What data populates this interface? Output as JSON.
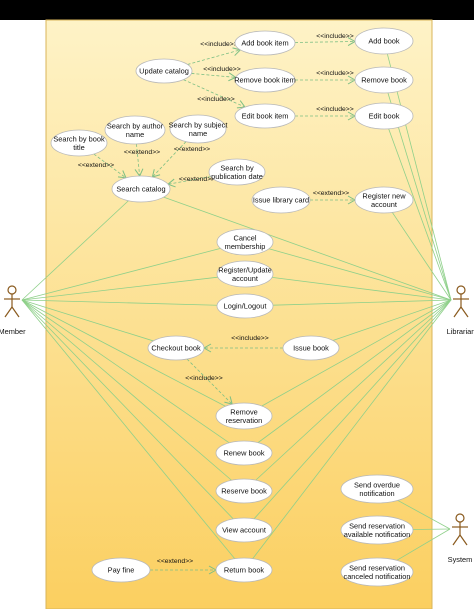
{
  "colors": {
    "system_fill_top": "#FEF3C7",
    "system_fill_bottom": "#FBCF60",
    "system_border": "#D9B45A",
    "association_line": "#8FD08A",
    "dependency_line": "#7DBF84",
    "usecase_fill": "#FFFFFF",
    "usecase_border": "#B8B8B8",
    "actor_stroke": "#8A5A1E"
  },
  "actors": {
    "member": "Member",
    "librarian": "Librarian",
    "system": "System"
  },
  "use_cases": {
    "update_catalog": [
      "Update catalog"
    ],
    "add_book_item": [
      "Add book item"
    ],
    "remove_book_item": [
      "Remove book item"
    ],
    "edit_book_item": [
      "Edit book item"
    ],
    "add_book": [
      "Add book"
    ],
    "remove_book": [
      "Remove book"
    ],
    "edit_book": [
      "Edit book"
    ],
    "search_by_title": [
      "Search by book",
      "title"
    ],
    "search_by_author": [
      "Search by author",
      "name"
    ],
    "search_by_subject": [
      "Search by subject",
      "name"
    ],
    "search_by_date": [
      "Search by",
      "publication date"
    ],
    "search_catalog": [
      "Search catalog"
    ],
    "issue_library_card": [
      "Issue library card"
    ],
    "register_new_account": [
      "Register new",
      "account"
    ],
    "cancel_membership": [
      "Cancel",
      "membership"
    ],
    "register_update_account": [
      "Register/Update",
      "account"
    ],
    "login_logout": [
      "Login/Logout"
    ],
    "checkout_book": [
      "Checkout book"
    ],
    "issue_book": [
      "Issue book"
    ],
    "remove_reservation": [
      "Remove",
      "reservation"
    ],
    "renew_book": [
      "Renew book"
    ],
    "reserve_book": [
      "Reserve book"
    ],
    "view_account": [
      "View account"
    ],
    "return_book": [
      "Return book"
    ],
    "pay_fine": [
      "Pay fine"
    ],
    "send_overdue_notification": [
      "Send overdue",
      "notification"
    ],
    "send_reservation_available": [
      "Send reservation",
      "available notification"
    ],
    "send_reservation_canceled": [
      "Send reservation",
      "canceled notification"
    ]
  },
  "relationships": {
    "include": "<<include>>",
    "extend": "<<extend>>"
  }
}
